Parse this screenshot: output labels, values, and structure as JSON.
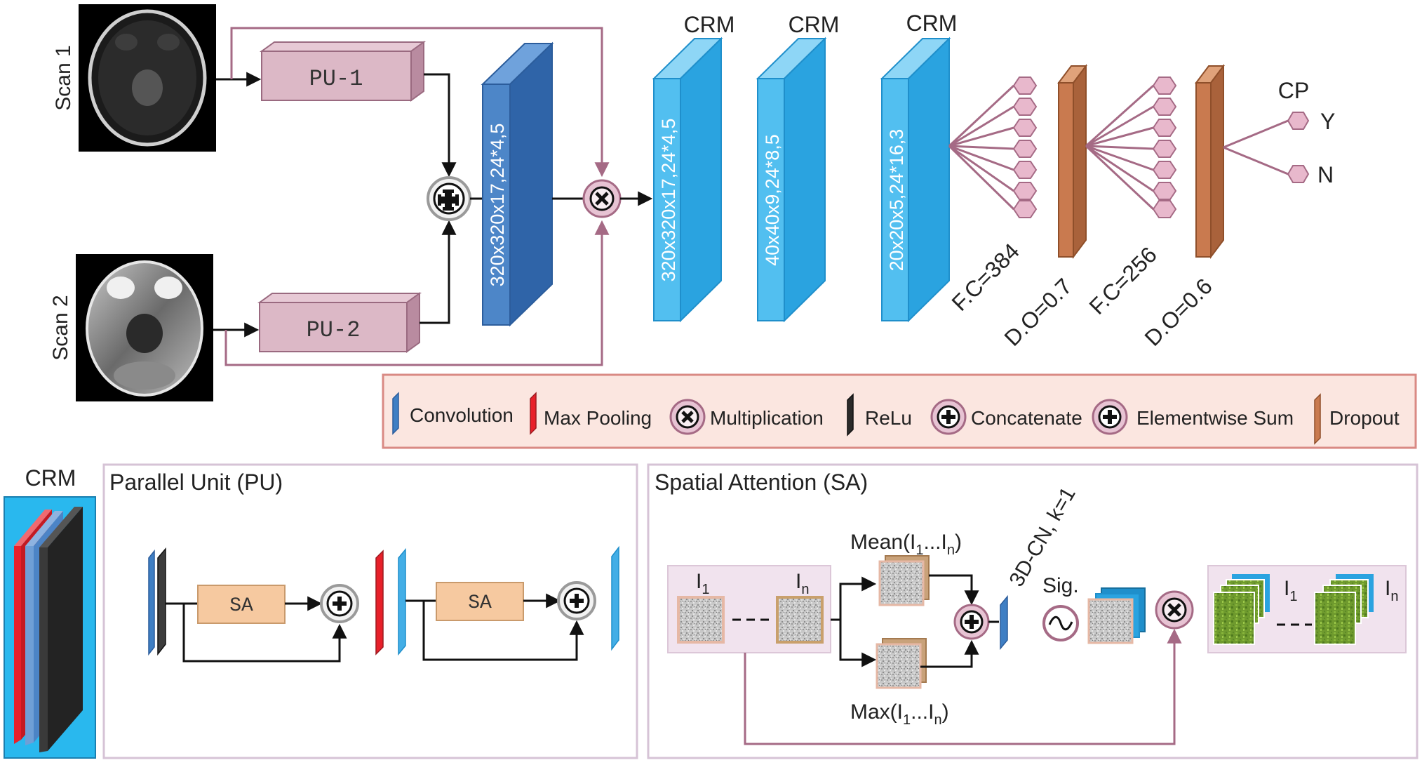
{
  "inputs": {
    "scan1_label": "Scan 1",
    "scan2_label": "Scan 2"
  },
  "blocks": {
    "pu1": "PU-1",
    "pu2": "PU-2",
    "conv_main_dims": "320x320x17,24*4,5",
    "crm1_title": "CRM",
    "crm1_dims": "320x320x17,24*4,5",
    "crm2_title": "CRM",
    "crm2_dims": "40x40x9,24*8,5",
    "crm3_title": "CRM",
    "crm3_dims": "20x20x5,24*16,3",
    "fc1": "F.C=384",
    "do1": "D.O=0.7",
    "fc2": "F.C=256",
    "do2": "D.O=0.6",
    "output_title": "CP",
    "output_yes": "Y",
    "output_no": "N"
  },
  "legend": {
    "items": [
      {
        "label": "Convolution",
        "icon": "convolution-layer-icon",
        "color": "#3f7fc4"
      },
      {
        "label": "Max Pooling",
        "icon": "max-pooling-layer-icon",
        "color": "#e8202a"
      },
      {
        "label": "Multiplication",
        "icon": "multiplication-icon",
        "color": "#c08aa8"
      },
      {
        "label": "ReLu",
        "icon": "relu-layer-icon",
        "color": "#2a2a2a"
      },
      {
        "label": "Concatenate",
        "icon": "concatenate-icon",
        "color": "#c08aa8"
      },
      {
        "label": "Elementwise Sum",
        "icon": "elementwise-sum-icon",
        "color": "#c08aa8"
      },
      {
        "label": "Dropout",
        "icon": "dropout-layer-icon",
        "color": "#c97a4f"
      }
    ]
  },
  "crm_detail": {
    "title": "CRM"
  },
  "pu_panel": {
    "title": "Parallel Unit (PU)",
    "sa1": "SA",
    "sa2": "SA"
  },
  "sa_panel": {
    "title": "Spatial Attention (SA)",
    "input_first": "I",
    "input_first_sub": "1",
    "input_last": "I",
    "input_last_sub": "n",
    "mean_label": "Mean(I",
    "mean_sub1": "1",
    "mean_mid": "...I",
    "mean_sub2": "n",
    "mean_end": ")",
    "max_label": "Max(I",
    "max_sub1": "1",
    "max_mid": "...I",
    "max_sub2": "n",
    "max_end": ")",
    "conv_label": "3D-CN, k=1",
    "sig_label": "Sig.",
    "out_first": "I",
    "out_first_sub": "1",
    "out_last": "I",
    "out_last_sub": "n"
  },
  "colors": {
    "conv_dark": "#3d76bd",
    "crm_blue": "#43aee6",
    "pu_fill": "#dcb8c6",
    "sa_fill": "#f6c9a0",
    "dropout": "#c97a4f",
    "neuron": "#e8b8cc",
    "skip_line": "#a56a85",
    "legend_bg": "#fbe6e0",
    "crm_bg": "#29b8ee"
  }
}
